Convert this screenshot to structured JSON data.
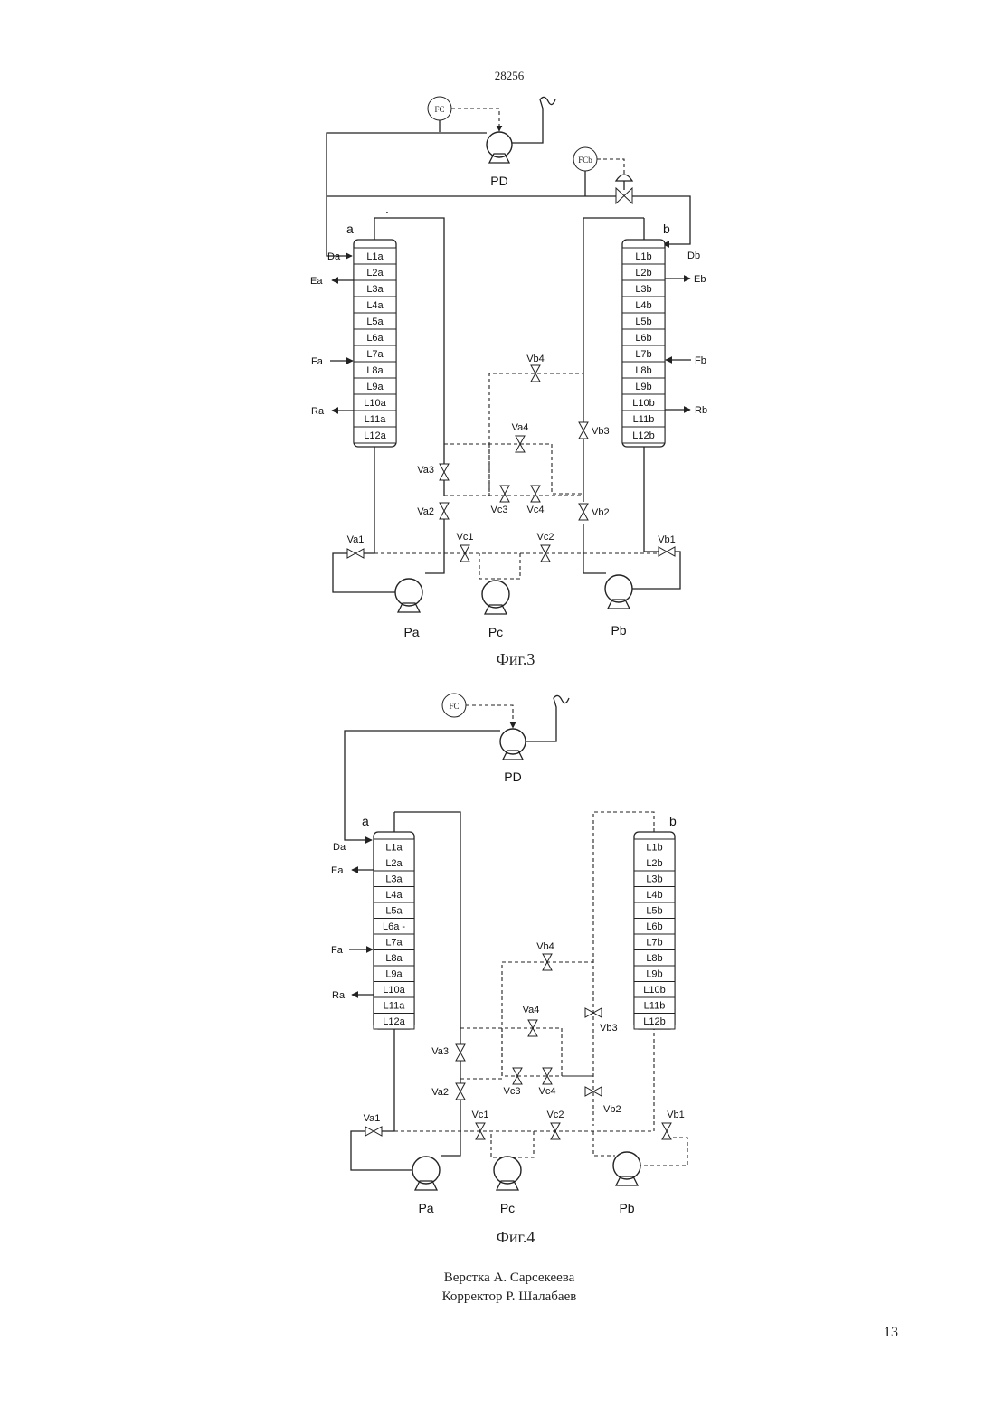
{
  "page": {
    "number_top": "28256",
    "page_number": "13",
    "credit_line1": "Верстка А. Сарсекеева",
    "credit_line2": "Корректор Р. Шалабаев"
  },
  "fig3": {
    "caption": "Фиг.3",
    "fc": "FC",
    "fcb": "FCb",
    "pump_pd": "PD",
    "col_a_label": "a",
    "col_b_label": "b",
    "trays_a": [
      "L1a",
      "L2a",
      "L3a",
      "L4a",
      "L5a",
      "L6a",
      "L7a",
      "L8a",
      "L9a",
      "L10a",
      "L11a",
      "L12a"
    ],
    "trays_b": [
      "L1b",
      "L2b",
      "L3b",
      "L4b",
      "L5b",
      "L6b",
      "L7b",
      "L8b",
      "L9b",
      "L10b",
      "L11b",
      "L12b"
    ],
    "streams_a": {
      "da": "Da",
      "ea": "Ea",
      "fa": "Fa",
      "ra": "Ra"
    },
    "streams_b": {
      "db": "Db",
      "eb": "Eb",
      "fb": "Fb",
      "rb": "Rb"
    },
    "valves": {
      "va1": "Va1",
      "va2": "Va2",
      "va3": "Va3",
      "va4": "Va4",
      "vb1": "Vb1",
      "vb2": "Vb2",
      "vb3": "Vb3",
      "vb4": "Vb4",
      "vc1": "Vc1",
      "vc2": "Vc2",
      "vc3": "Vc3",
      "vc4": "Vc4"
    },
    "pumps": {
      "pa": "Pa",
      "pc": "Pc",
      "pb": "Pb"
    }
  },
  "fig4": {
    "caption": "Фиг.4",
    "fc": "FC",
    "pump_pd": "PD",
    "col_a_label": "a",
    "col_b_label": "b",
    "trays_a": [
      "L1a",
      "L2a",
      "L3a",
      "L4a",
      "L5a",
      "L6a -",
      "L7a",
      "L8a",
      "L9a",
      "L10a",
      "L11a",
      "L12a"
    ],
    "trays_b": [
      "L1b",
      "L2b",
      "L3b",
      "L4b",
      "L5b",
      "L6b",
      "L7b",
      "L8b",
      "L9b",
      "L10b",
      "L11b",
      "L12b"
    ],
    "streams_a": {
      "da": "Da",
      "ea": "Ea",
      "fa": "Fa",
      "ra": "Ra"
    },
    "valves": {
      "va1": "Va1",
      "va2": "Va2",
      "va3": "Va3",
      "va4": "Va4",
      "vb1": "Vb1",
      "vb2": "Vb2",
      "vb3": "Vb3",
      "vb4": "Vb4",
      "vc1": "Vc1",
      "vc2": "Vc2",
      "vc3": "Vc3",
      "vc4": "Vc4"
    },
    "pumps": {
      "pa": "Pa",
      "pc": "Pc",
      "pb": "Pb"
    }
  }
}
